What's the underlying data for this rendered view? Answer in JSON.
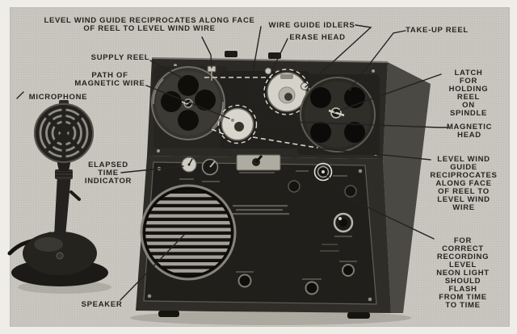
{
  "figure": {
    "type": "annotated photograph",
    "subject": "magnetic wire recorder with microphone",
    "colors": {
      "paper": "#eeede8",
      "photo_background": "#c9c6bf",
      "ink": "#26251f",
      "machine_body": "#2b2a26",
      "head_assembly": "#d6d3ca"
    }
  },
  "labels": {
    "level_wind_top": "LEVEL WIND GUIDE RECIPROCATES ALONG FACE\nOF REEL TO LEVEL WIND WIRE",
    "wire_guide_idlers": "WIRE GUIDE IDLERS",
    "erase_head": "ERASE HEAD",
    "take_up_reel": "TAKE-UP REEL",
    "supply_reel": "SUPPLY REEL",
    "path_of_magnetic_wire": "PATH OF\nMAGNETIC WIRE",
    "microphone": "MICROPHONE",
    "elapsed_time_indicator": "ELAPSED\nTIME\nINDICATOR",
    "latch": "LATCH FOR\nHOLDING\nREEL\nON SPINDLE",
    "magnetic_head": "MAGNETIC\nHEAD",
    "level_wind_right": "LEVEL WIND\nGUIDE\nRECIPROCATES\nALONG FACE\nOF REEL TO\nLEVEL WIND\nWIRE",
    "neon_note": "FOR CORRECT\nRECORDING\nLEVEL\nNEON LIGHT\nSHOULD FLASH\nFROM TIME\nTO TIME",
    "speaker": "SPEAKER"
  }
}
